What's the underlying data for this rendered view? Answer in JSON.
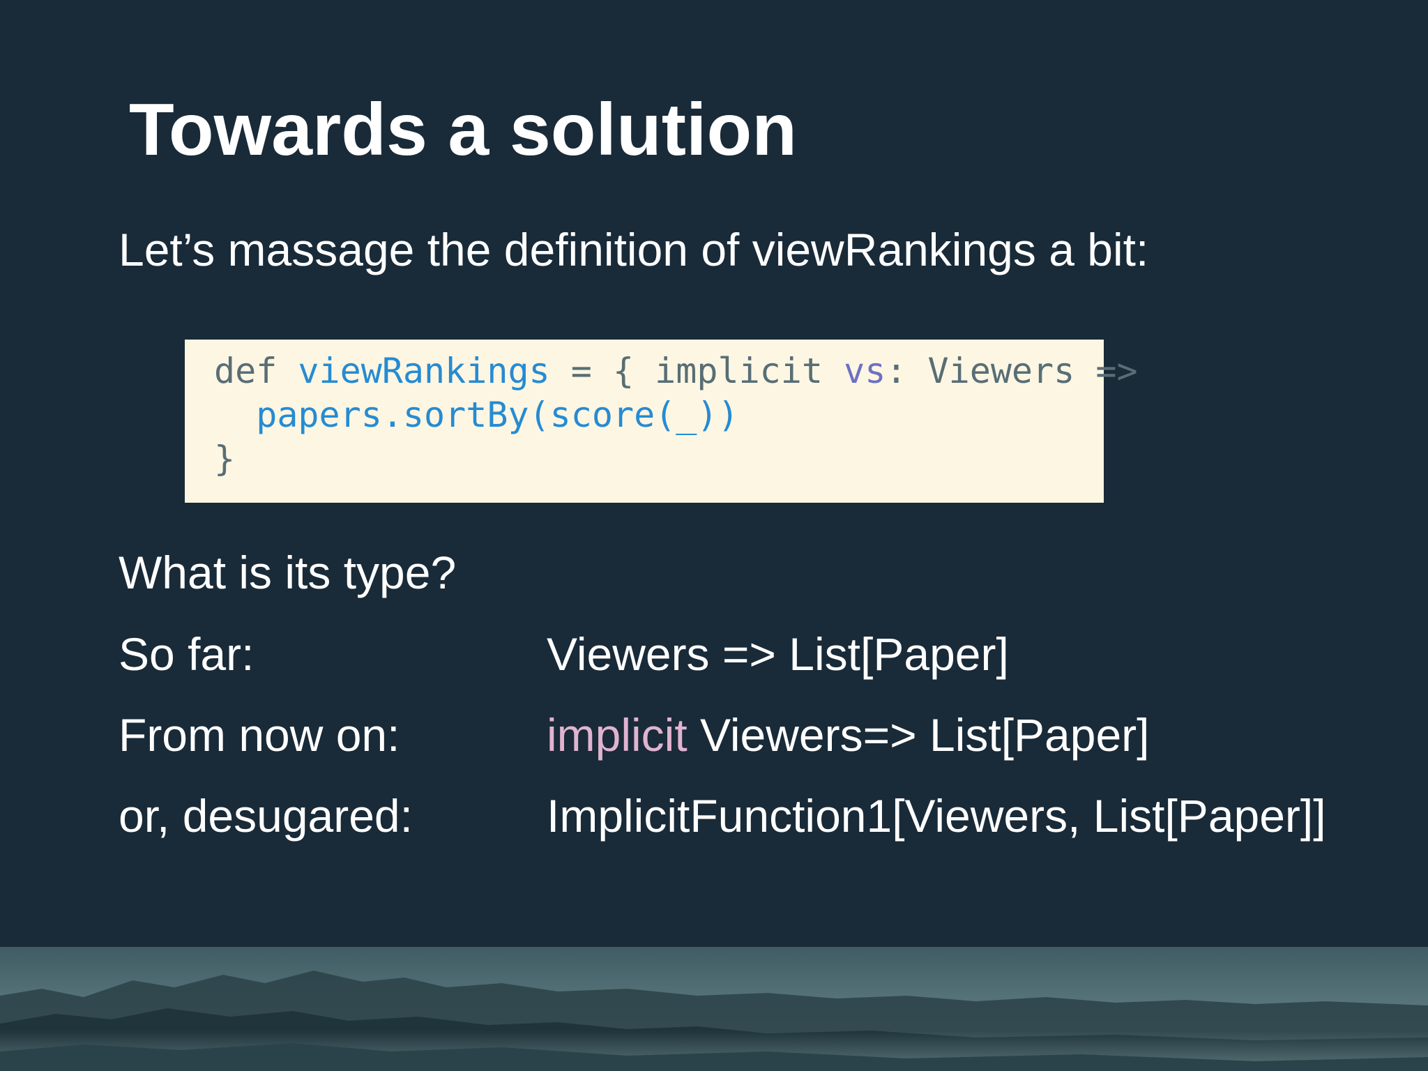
{
  "slide": {
    "title": "Towards a solution",
    "intro": "Let’s massage the definition of viewRankings a bit:",
    "code": {
      "line1": {
        "kw_def": "def ",
        "fn_name": "viewRankings",
        "after_fn": " = { implicit ",
        "param": "vs",
        "after_param": ": Viewers =>"
      },
      "line2": {
        "indent": "  ",
        "expr": "papers.sortBy(score(_))"
      },
      "line3": {
        "close": "}"
      }
    },
    "question": "What is its type?",
    "rows": [
      {
        "label": "So far:",
        "value": "Viewers => List[Paper]"
      },
      {
        "label": "From now on:",
        "keyword": "implicit",
        "value": " Viewers=> List[Paper]"
      },
      {
        "label": "or, desugared:",
        "value": "ImplicitFunction1[Viewers, List[Paper]]"
      }
    ],
    "colors": {
      "background": "#192a38",
      "code_background": "#fdf6e3",
      "implicit_keyword": "#e0b4d0",
      "code_function": "#268bd2",
      "code_param": "#6c71c4"
    }
  }
}
